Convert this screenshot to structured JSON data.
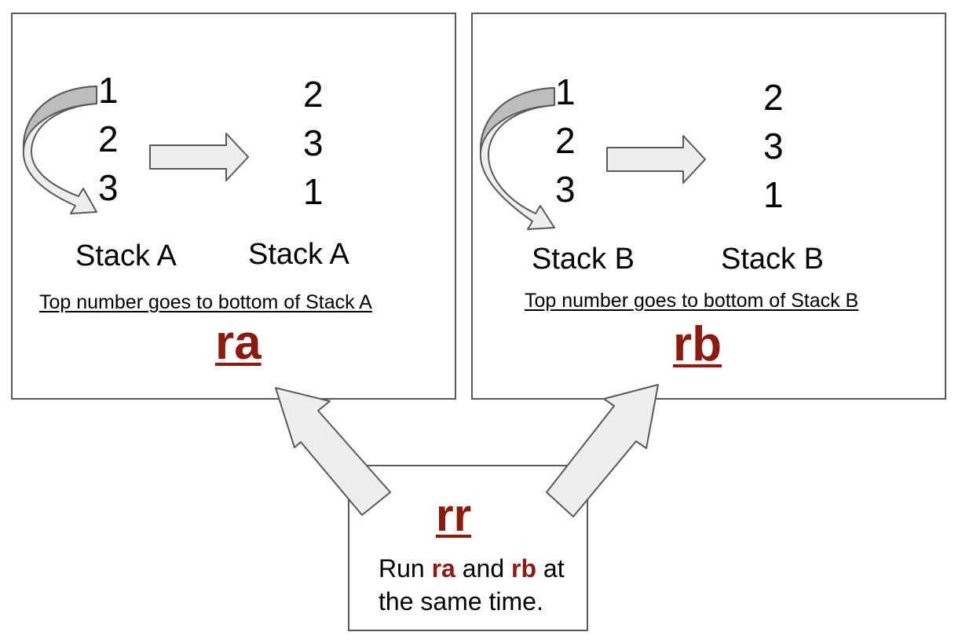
{
  "colors": {
    "accent": "#8b1a10",
    "arrow_fill": "#eeeeee",
    "arrow_fill_dark": "#bdbdbd",
    "arrow_stroke": "#595959"
  },
  "panel_a": {
    "before": [
      "1",
      "2",
      "3"
    ],
    "after": [
      "2",
      "3",
      "1"
    ],
    "label_before": "Stack A",
    "label_after": "Stack A",
    "caption": "Top number goes to bottom of Stack A",
    "command": "ra"
  },
  "panel_b": {
    "before": [
      "1",
      "2",
      "3"
    ],
    "after": [
      "2",
      "3",
      "1"
    ],
    "label_before": "Stack B",
    "label_after": "Stack B",
    "caption": "Top number goes to bottom of Stack B",
    "command": "rb"
  },
  "panel_rr": {
    "command": "rr",
    "desc_run": "Run",
    "desc_ra": "ra",
    "desc_and": "and",
    "desc_rb": "rb",
    "desc_at": "at",
    "desc_line2": "the same time."
  }
}
